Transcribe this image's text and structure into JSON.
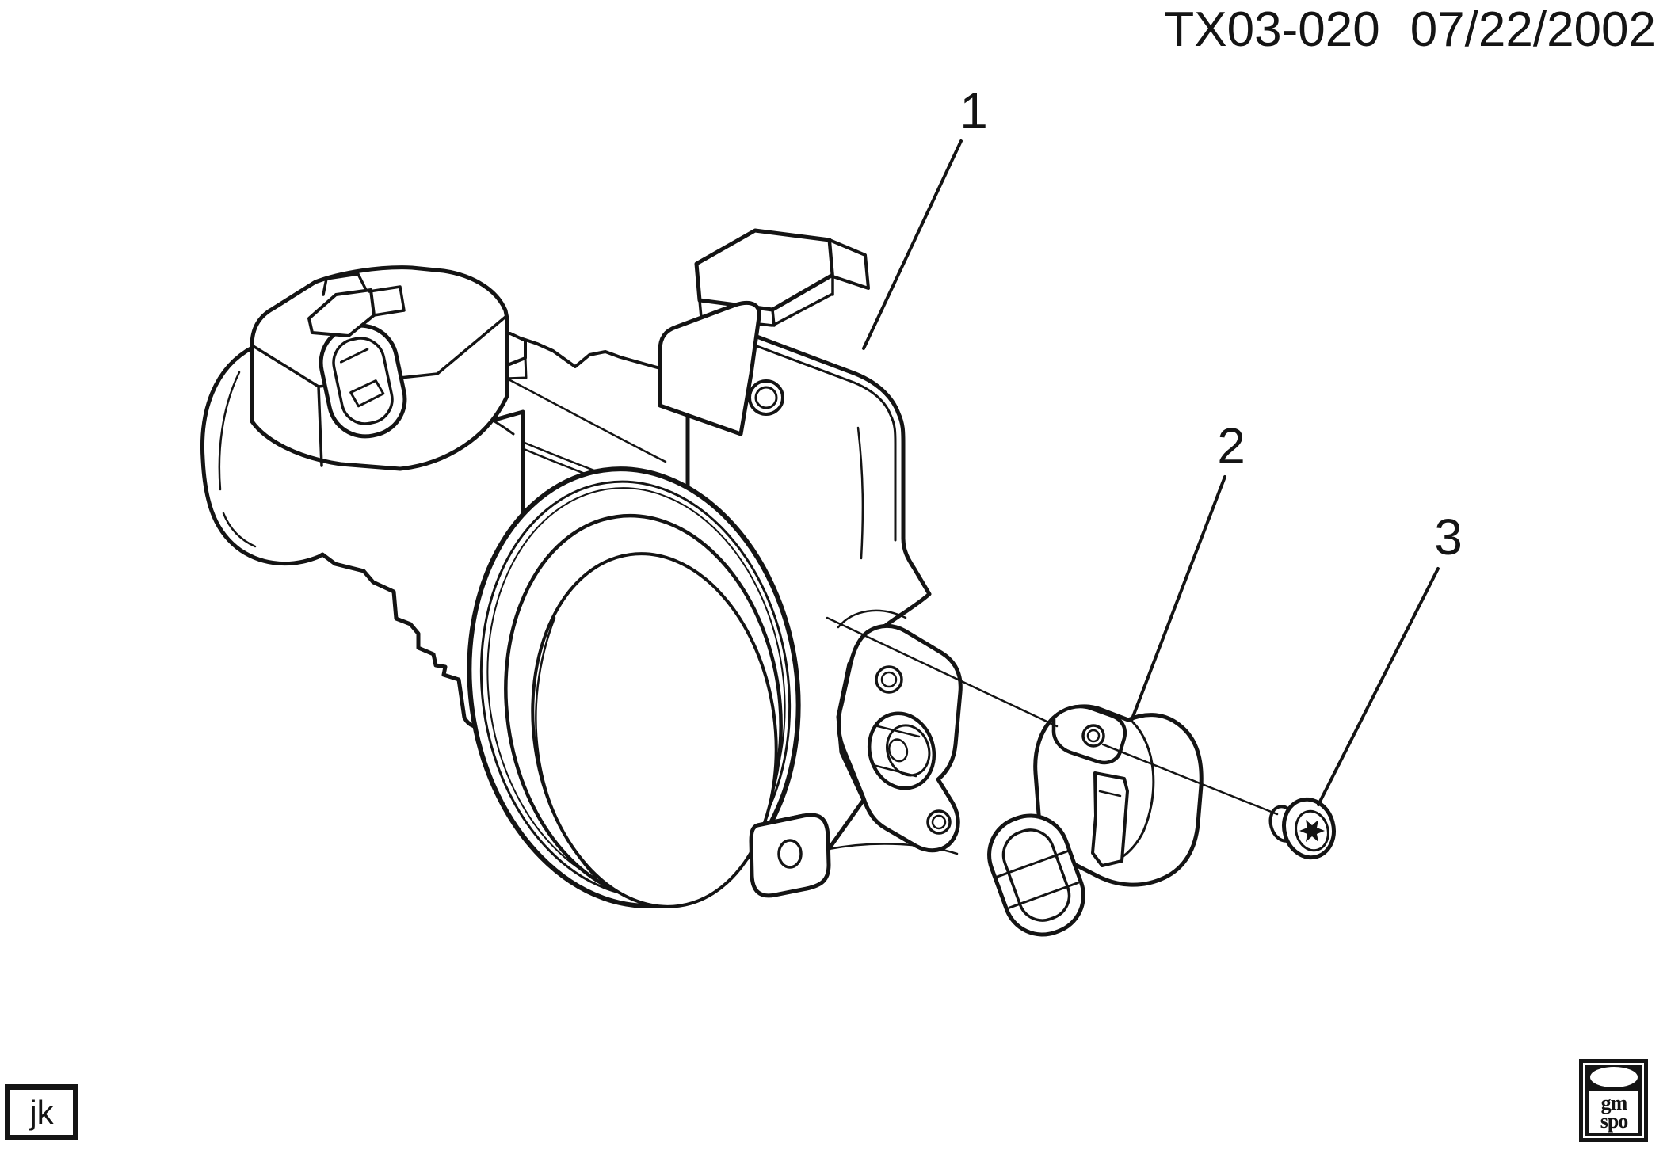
{
  "header": {
    "doc_number": "TX03-020",
    "date": "07/22/2002"
  },
  "diagram": {
    "description": "Exploded parts line drawing: throttle body assembly with throttle position sensor and mounting screw",
    "callouts": [
      {
        "label": "1"
      },
      {
        "label": "2"
      },
      {
        "label": "3"
      }
    ]
  },
  "footer": {
    "artist_initials": "jk",
    "logo": {
      "line1": "gm",
      "line2": "spo"
    }
  },
  "colors": {
    "ink": "#141414",
    "background": "#ffffff"
  }
}
